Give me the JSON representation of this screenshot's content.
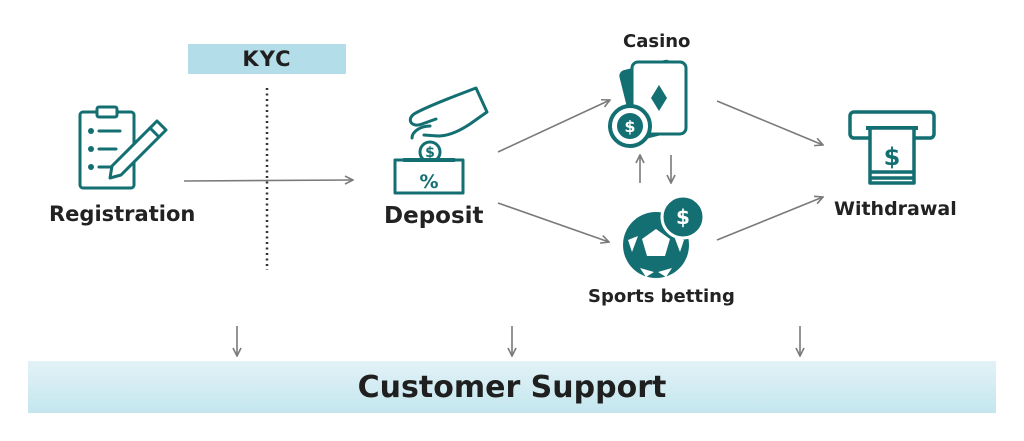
{
  "labels": {
    "kyc": "KYC",
    "registration": "Registration",
    "deposit": "Deposit",
    "casino": "Casino",
    "sports_betting": "Sports betting",
    "withdrawal": "Withdrawal",
    "customer_support": "Customer Support"
  },
  "icon_glyphs": {
    "deposit_coin": "$",
    "deposit_box": "%",
    "casino_chip": "$",
    "sports_badge": "$",
    "withdrawal_bill": "$"
  },
  "icons": [
    "clipboard-pen-icon",
    "hand-coin-deposit-icon",
    "playing-cards-chip-icon",
    "soccer-ball-dollar-icon",
    "atm-cash-icon"
  ],
  "colors": {
    "teal": "#136f72",
    "kyc_fill": "#b3dde8",
    "support_fill": "#c4e6ee",
    "arrow": "#7a7a7a",
    "text": "#222222"
  }
}
